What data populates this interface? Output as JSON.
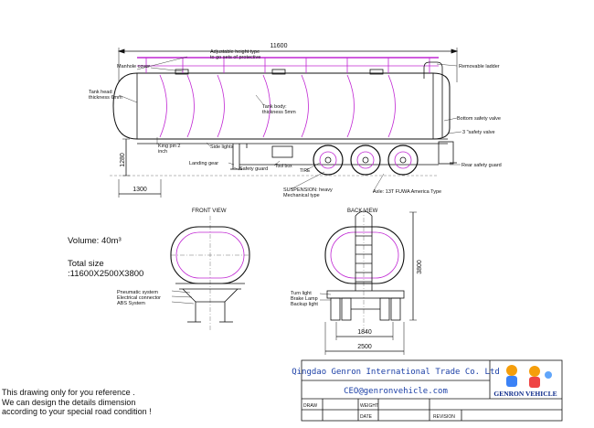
{
  "dimensions": {
    "overall_length": "11600",
    "front_height": "1280",
    "rear_offset": "1300",
    "back_height": "3800",
    "wheel_track": "1840",
    "overall_width": "2500"
  },
  "callouts": {
    "adjustable_height": "Adjustable height type",
    "to_go_sets": "to go sets of protective",
    "manhole_cover": "Manhole cover",
    "removable_ladder": "Removable ladder",
    "tank_head": "Tank head:",
    "tank_head_thickness": "thickness 6mm",
    "tank_body": "Tank body:",
    "tank_body_thickness": "thickness 5mm",
    "bottom_safety_valve": "Bottom safety valve",
    "safety_valve_3": "3 \"safety valve",
    "king_pin": "King pin  2",
    "inch": "inch",
    "side_lights": "Side lights",
    "landing_gear": "Landing gear",
    "tool_box": "Tool box",
    "tire": "TIRE",
    "safety_guard": "Safety guard",
    "rear_safety_guard": "Rear safety guard",
    "suspension": "SUSPENSION: heavy",
    "mechanical_type": "Mechanical type",
    "axle": "Axle: 13T FUWA America Type",
    "front_view": "FRONT VIEW",
    "back_view": "BACK VIEW",
    "pneumatic_system": "Pneumatic system",
    "electrical_connector": "Electrical connector",
    "abs_system": "ABS System",
    "turn_light": "Turn light",
    "brake_lamp": "Brake Lamp",
    "backup_light": "Backup light"
  },
  "specs": {
    "volume": "Volume: 40m³",
    "total_size_label": "Total size",
    "total_size_value": ":11600X2500X3800"
  },
  "disclaimer": {
    "line1": "This drawing only for you reference .",
    "line2": "We can design the details dimension",
    "line3": "according to your special road condition !"
  },
  "title_block": {
    "company": "Qingdao Genron International Trade Co. Ltd",
    "email": "CEO@genronvehicle.com",
    "logo_text": "GENRON VEHICLE",
    "draw": "DRAW",
    "weight": "WEIGHT",
    "date": "DATE",
    "revision": "REVISION"
  }
}
